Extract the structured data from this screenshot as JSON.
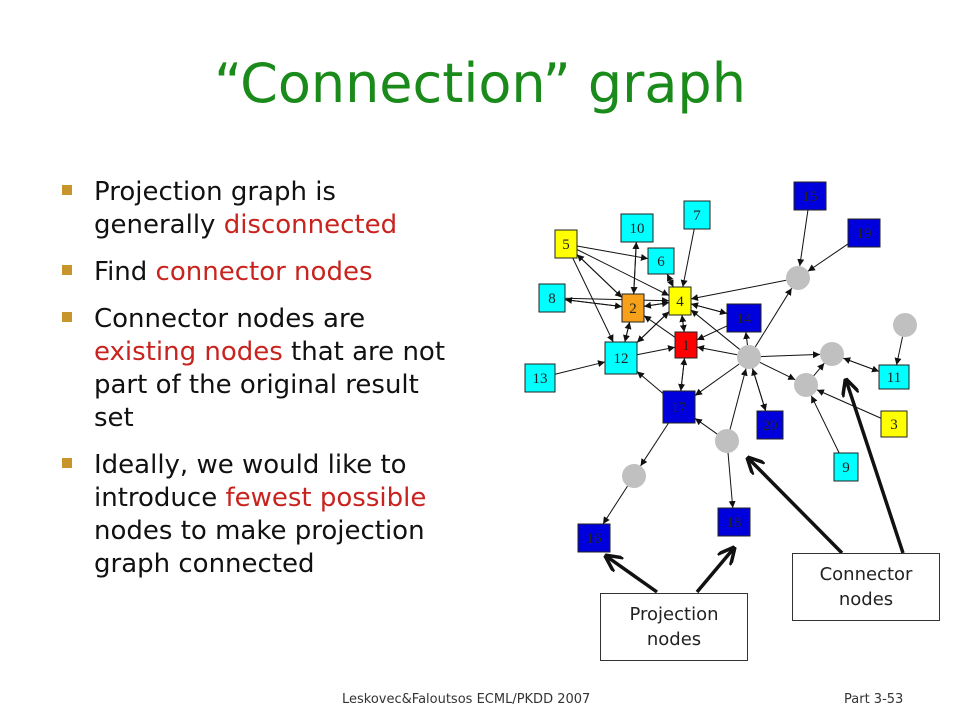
{
  "slide": {
    "title": "“Connection” graph",
    "bullets": [
      {
        "plain": "Projection graph is generally ",
        "highlight": "disconnected",
        "after": ""
      },
      {
        "plain": "Find ",
        "highlight": "connector nodes",
        "after": ""
      },
      {
        "plain": "Connector nodes are ",
        "highlight": "existing nodes",
        "after": " that are not part of the original result set"
      },
      {
        "plain": "Ideally, we would like to introduce ",
        "highlight": "fewest possible",
        "after": " nodes to make projection graph connected"
      }
    ],
    "callout_projection": "Projection nodes",
    "callout_connector": "Connector nodes",
    "footer_left": "Leskovec&Faloutsos ECML/PKDD 2007",
    "footer_right": "Part 3-53"
  },
  "colors": {
    "title": "#1a8a1a",
    "highlight": "#c8231e",
    "cyan": "#00ffff",
    "yellow": "#ffff00",
    "orange": "#f7a11a",
    "red": "#ff0000",
    "blue": "#0000dd",
    "connector_gray": "#c0c0c0"
  },
  "graph": {
    "nodes": [
      {
        "id": "1",
        "label": "1",
        "kind": "red"
      },
      {
        "id": "2",
        "label": "2",
        "kind": "orange"
      },
      {
        "id": "3",
        "label": "3",
        "kind": "yellow"
      },
      {
        "id": "4",
        "label": "4",
        "kind": "yellow"
      },
      {
        "id": "5",
        "label": "5",
        "kind": "yellow"
      },
      {
        "id": "6",
        "label": "6",
        "kind": "cyan"
      },
      {
        "id": "7",
        "label": "7",
        "kind": "cyan"
      },
      {
        "id": "8",
        "label": "8",
        "kind": "cyan"
      },
      {
        "id": "9",
        "label": "9",
        "kind": "cyan"
      },
      {
        "id": "10",
        "label": "10",
        "kind": "cyan"
      },
      {
        "id": "11",
        "label": "11",
        "kind": "cyan"
      },
      {
        "id": "12",
        "label": "12",
        "kind": "cyan"
      },
      {
        "id": "13",
        "label": "13",
        "kind": "cyan"
      },
      {
        "id": "14",
        "label": "14",
        "kind": "blue"
      },
      {
        "id": "15",
        "label": "15",
        "kind": "blue"
      },
      {
        "id": "16",
        "label": "16",
        "kind": "blue"
      },
      {
        "id": "17",
        "label": "17",
        "kind": "blue"
      },
      {
        "id": "18",
        "label": "18",
        "kind": "blue"
      },
      {
        "id": "19",
        "label": "19",
        "kind": "blue"
      },
      {
        "id": "20",
        "label": "20",
        "kind": "blue"
      },
      {
        "id": "cA",
        "label": "",
        "kind": "connector"
      },
      {
        "id": "cB",
        "label": "",
        "kind": "connector"
      },
      {
        "id": "cC",
        "label": "",
        "kind": "connector"
      },
      {
        "id": "cD",
        "label": "",
        "kind": "connector"
      },
      {
        "id": "cE",
        "label": "",
        "kind": "connector"
      },
      {
        "id": "cF",
        "label": "",
        "kind": "connector"
      },
      {
        "id": "cG",
        "label": "",
        "kind": "connector"
      }
    ],
    "edges": [
      [
        "10",
        "2"
      ],
      [
        "2",
        "10"
      ],
      [
        "7",
        "4"
      ],
      [
        "6",
        "4"
      ],
      [
        "4",
        "6"
      ],
      [
        "5",
        "2"
      ],
      [
        "2",
        "5"
      ],
      [
        "5",
        "4"
      ],
      [
        "5",
        "6"
      ],
      [
        "5",
        "12"
      ],
      [
        "8",
        "2"
      ],
      [
        "2",
        "8"
      ],
      [
        "8",
        "4"
      ],
      [
        "2",
        "4"
      ],
      [
        "4",
        "2"
      ],
      [
        "2",
        "12"
      ],
      [
        "12",
        "2"
      ],
      [
        "13",
        "12"
      ],
      [
        "12",
        "4"
      ],
      [
        "4",
        "12"
      ],
      [
        "12",
        "1"
      ],
      [
        "1",
        "4"
      ],
      [
        "4",
        "1"
      ],
      [
        "1",
        "2"
      ],
      [
        "17",
        "1"
      ],
      [
        "1",
        "17"
      ],
      [
        "17",
        "12"
      ],
      [
        "14",
        "1"
      ],
      [
        "4",
        "14"
      ],
      [
        "14",
        "4"
      ],
      [
        "cA",
        "4"
      ],
      [
        "cA",
        "1"
      ],
      [
        "cA",
        "14"
      ],
      [
        "cA",
        "17"
      ],
      [
        "cA",
        "20"
      ],
      [
        "20",
        "cA"
      ],
      [
        "cA",
        "cB"
      ],
      [
        "cA",
        "cC"
      ],
      [
        "cA",
        "cF"
      ],
      [
        "15",
        "cF"
      ],
      [
        "19",
        "cF"
      ],
      [
        "cF",
        "4"
      ],
      [
        "cC",
        "11"
      ],
      [
        "11",
        "cC"
      ],
      [
        "cG",
        "11"
      ],
      [
        "3",
        "cB"
      ],
      [
        "cB",
        "cC"
      ],
      [
        "9",
        "cB"
      ],
      [
        "cD",
        "17"
      ],
      [
        "cD",
        "cA"
      ],
      [
        "cD",
        "18"
      ],
      [
        "17",
        "cE"
      ],
      [
        "cE",
        "16"
      ]
    ]
  }
}
